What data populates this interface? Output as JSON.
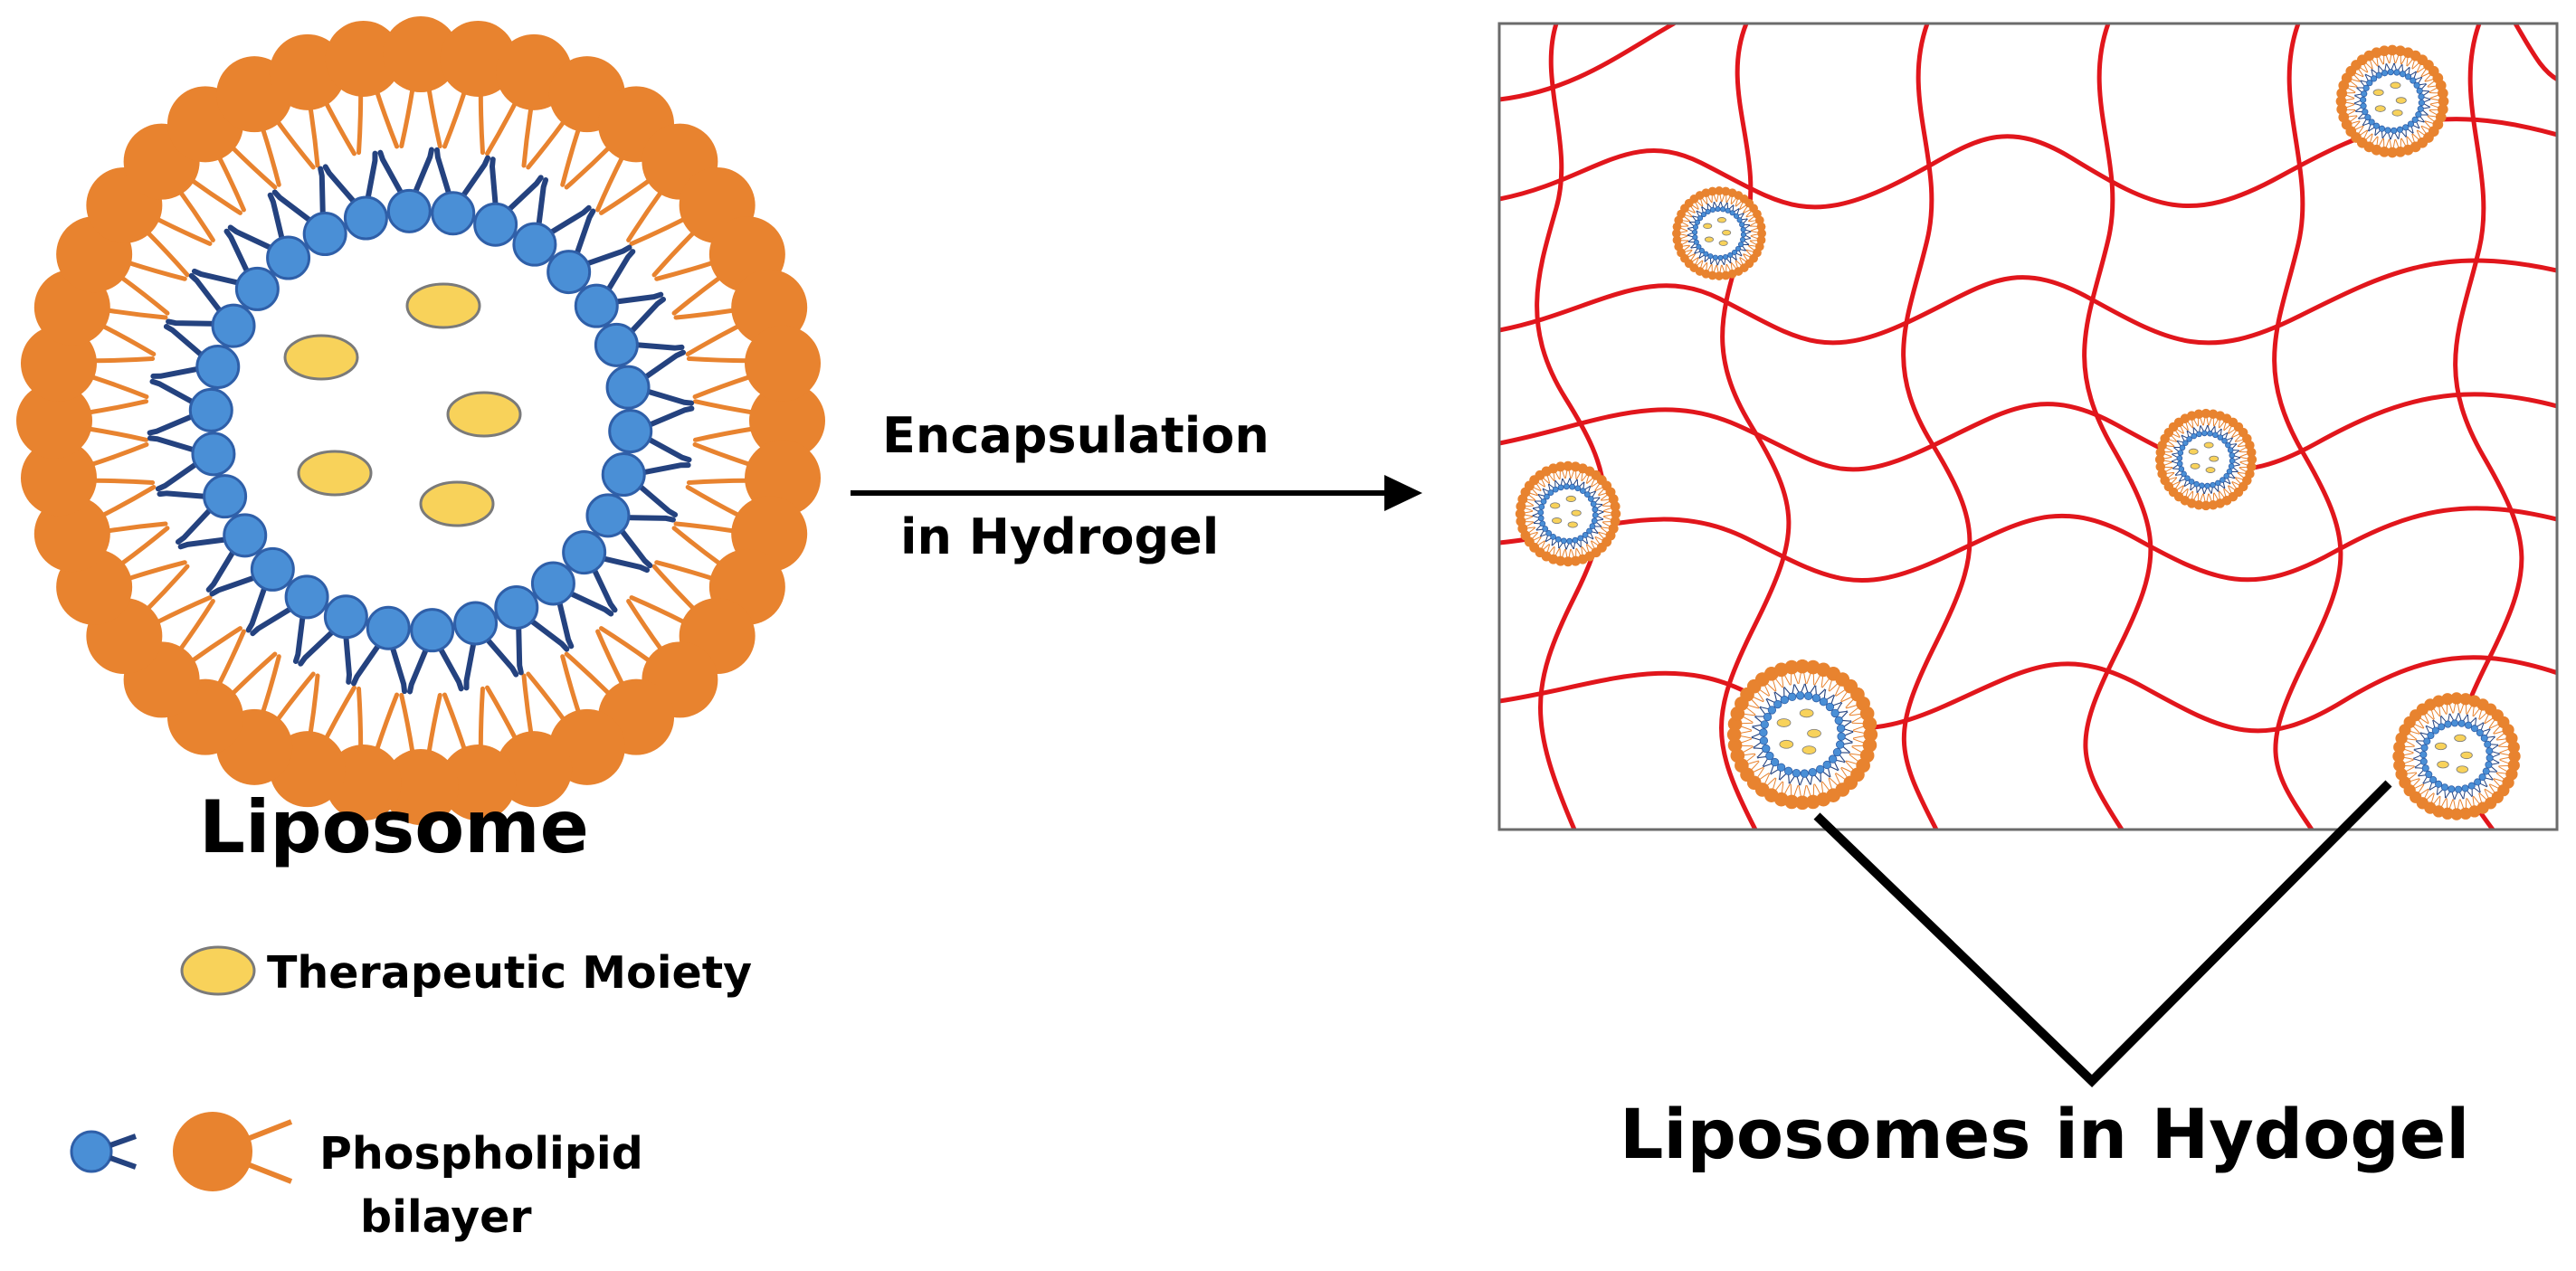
{
  "labels": {
    "liposome": "Liposome",
    "arrow_line1": "Encapsulation",
    "arrow_line2": "in Hydrogel",
    "therapeutic": "Therapeutic Moiety",
    "phospholipid_line1": "Phospholipid",
    "phospholipid_line2": "bilayer",
    "liposomes_in_hydrogel": "Liposomes in Hydogel"
  },
  "colors": {
    "outer_lipid_head": "#E8832F",
    "outer_lipid_tail": "#E8832F",
    "inner_lipid_head": "#4A8FD6",
    "inner_lipid_head_stroke": "#2F5FA8",
    "inner_lipid_tail": "#24427F",
    "therapeutic_fill": "#F8D25A",
    "therapeutic_stroke": "#7A7A7A",
    "hydrogel_fiber": "#E1161C",
    "hydrogel_frame": "#6B6B6B",
    "arrow": "#000000",
    "callout_line": "#000000"
  },
  "icons": {
    "therapeutic": "therapeutic-moiety-icon",
    "inner_phospholipid": "inner-phospholipid-icon",
    "outer_phospholipid": "outer-phospholipid-icon"
  }
}
